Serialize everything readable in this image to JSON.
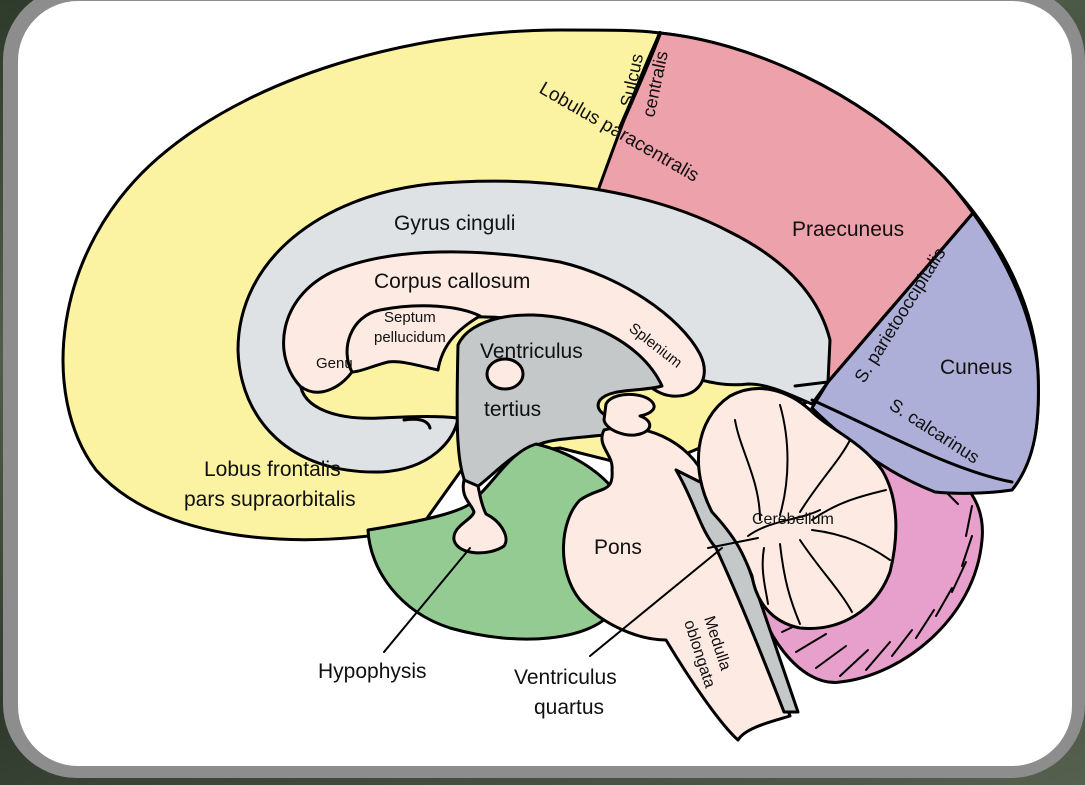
{
  "colors": {
    "frontal": "#fbf3a1",
    "parietal": "#eda1ab",
    "occipital": "#aeafd9",
    "cingulate": "#dee2e4",
    "callosum": "#fdeae3",
    "ventricle": "#c4c8c8",
    "hypothalamus": "#94cb93",
    "brainstem": "#fdeae3",
    "cerebellum_cortex": "#e6a0cb",
    "frame": "#8d8d8d"
  },
  "labels": {
    "sulcus_centralis_1": "Sulcus",
    "sulcus_centralis_2": "centralis",
    "lobulus_paracentralis": "Lobulus paracentralis",
    "gyrus_cinguli": "Gyrus cinguli",
    "praecuneus": "Praecuneus",
    "s_parietooccipitalis": "S. parietooccipitalis",
    "cuneus": "Cuneus",
    "s_calcarinus": "S. calcarinus",
    "corpus_callosum": "Corpus callosum",
    "septum_1": "Septum",
    "septum_2": "pellucidum",
    "genu": "Genu",
    "splenium": "Splenium",
    "ventriculus_tertius_1": "Ventriculus",
    "ventriculus_tertius_2": "tertius",
    "lobus_frontalis_1": "Lobus frontalis",
    "lobus_frontalis_2": "pars supraorbitalis",
    "cerebellum": "Cerebellum",
    "pons": "Pons",
    "medulla_1": "Medulla",
    "medulla_2": "oblongata",
    "hypophysis": "Hypophysis",
    "ventriculus_quartus_1": "Ventriculus",
    "ventriculus_quartus_2": "quartus"
  }
}
